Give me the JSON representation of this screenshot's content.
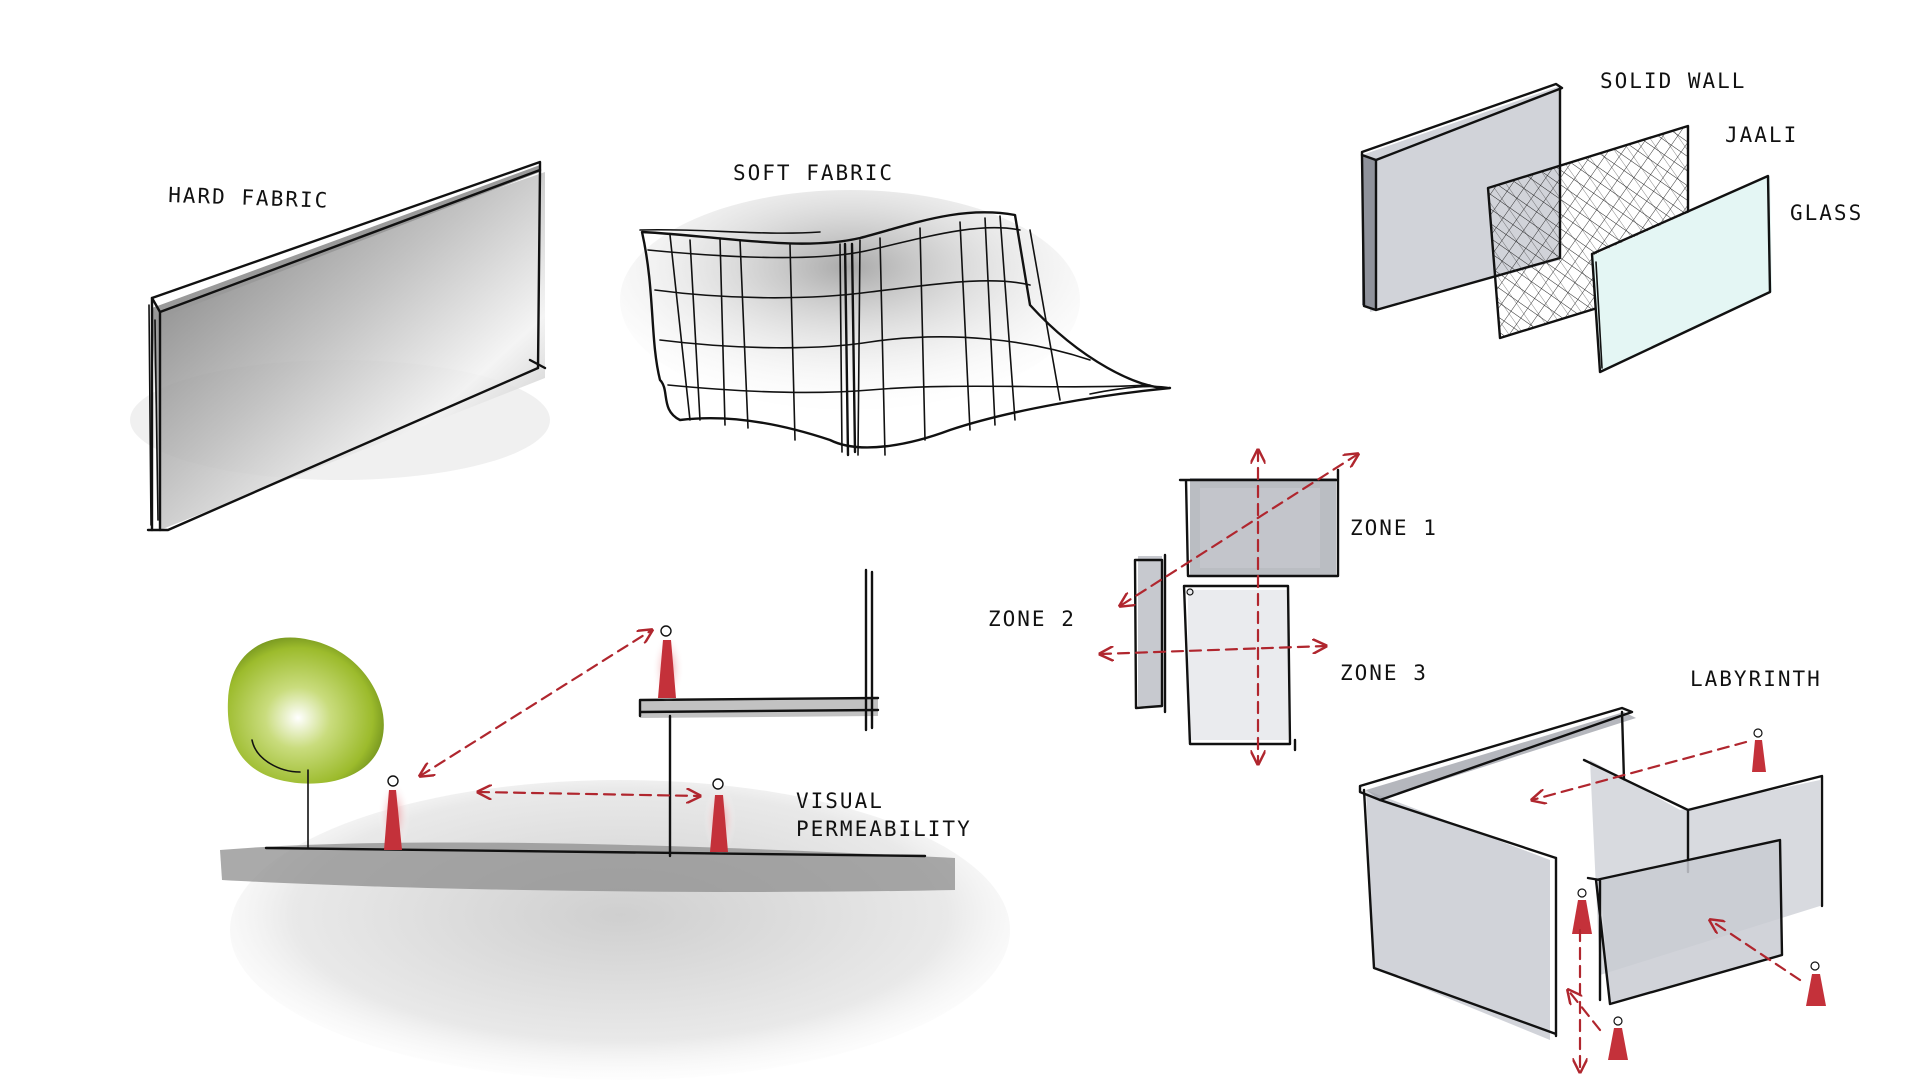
{
  "labels": {
    "hard_fabric": "HARD FABRIC",
    "soft_fabric": "SOFT FABRIC",
    "solid_wall": "SOLID WALL",
    "jaali": "JAALI",
    "glass": "GLASS",
    "zone_1": "ZONE 1",
    "zone_2": "ZONE 2",
    "zone_3": "ZONE 3",
    "labyrinth": "LABYRINTH",
    "visual": "VISUAL",
    "permeability": "PERMEABILITY"
  },
  "colors": {
    "ink": "#111111",
    "arrow": "#b0262e",
    "figure": "#c4313a",
    "tree": "#b6d23c",
    "glass": "#e4f6f4",
    "wall_shade": "#c9cbd2"
  }
}
